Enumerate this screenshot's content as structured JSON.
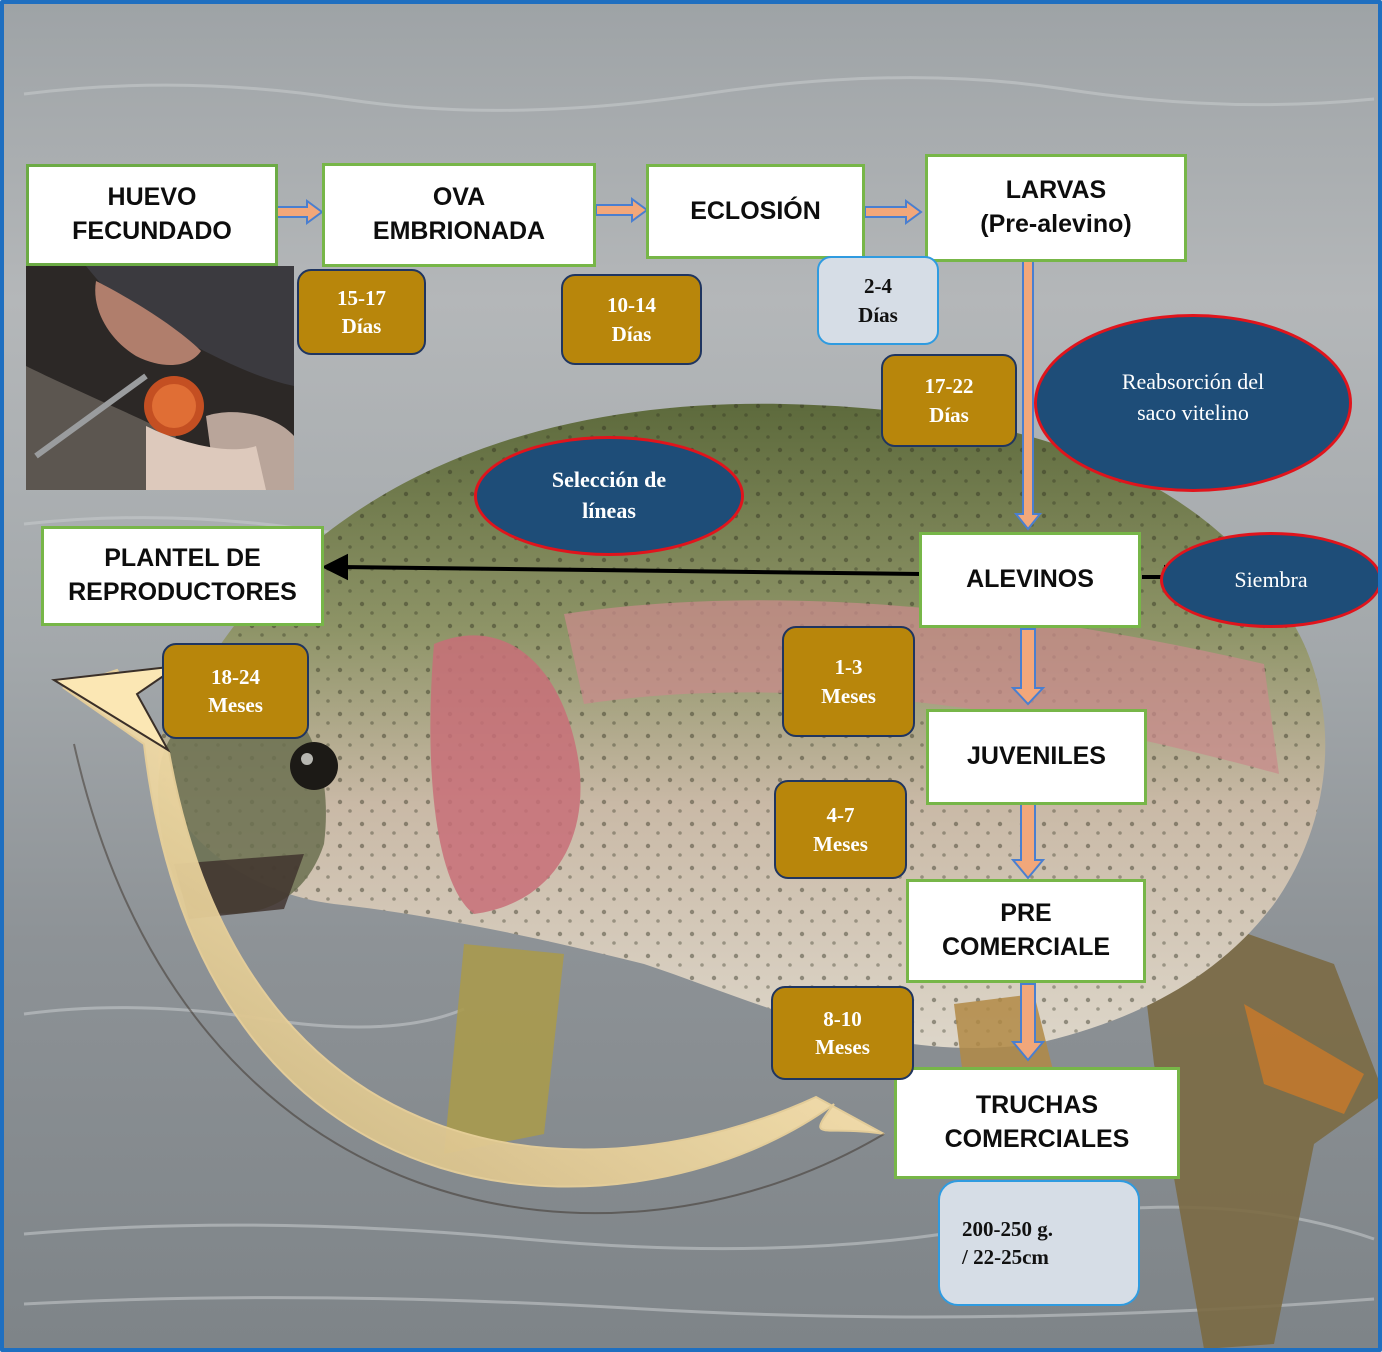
{
  "stages": {
    "huevo": "HUEVO\nFECUNDADO",
    "ova": "OVA\nEMBRIONADA",
    "eclosion": "ECLOSIÓN",
    "larvas": "LARVAS\n(Pre-alevino)",
    "plantel": "PLANTEL DE\nREPRODUCTORES",
    "alevinos": "ALEVINOS",
    "juveniles": "JUVENILES",
    "precomerciale": "PRE\nCOMERCIALE",
    "truchas": "TRUCHAS\nCOMERCIALES"
  },
  "durations": {
    "d1": "15-17\nDías",
    "d2": "10-14\nDías",
    "d3": "2-4\nDías",
    "d4": "17-22\nDías",
    "d5": "18-24\nMeses",
    "d6": "1-3\nMeses",
    "d7": "4-7\nMeses",
    "d8": "8-10\nMeses"
  },
  "size_note": "200-250 g.\n/ 22-25cm",
  "ellipses": {
    "reabsorcion": "Reabsorción  del\nsaco vitelino",
    "seleccion": "Selección de\nlíneas",
    "siembra": "Siembra"
  },
  "colors": {
    "frame": "#1f6fc0",
    "box_border": "#77b648",
    "duration_fill": "#b8860b",
    "ellipse_fill": "#1e4d78",
    "ellipse_border": "#e0141c",
    "arrow_fill": "#f2a77a",
    "cycle_arrow": "#f7dfa0"
  }
}
